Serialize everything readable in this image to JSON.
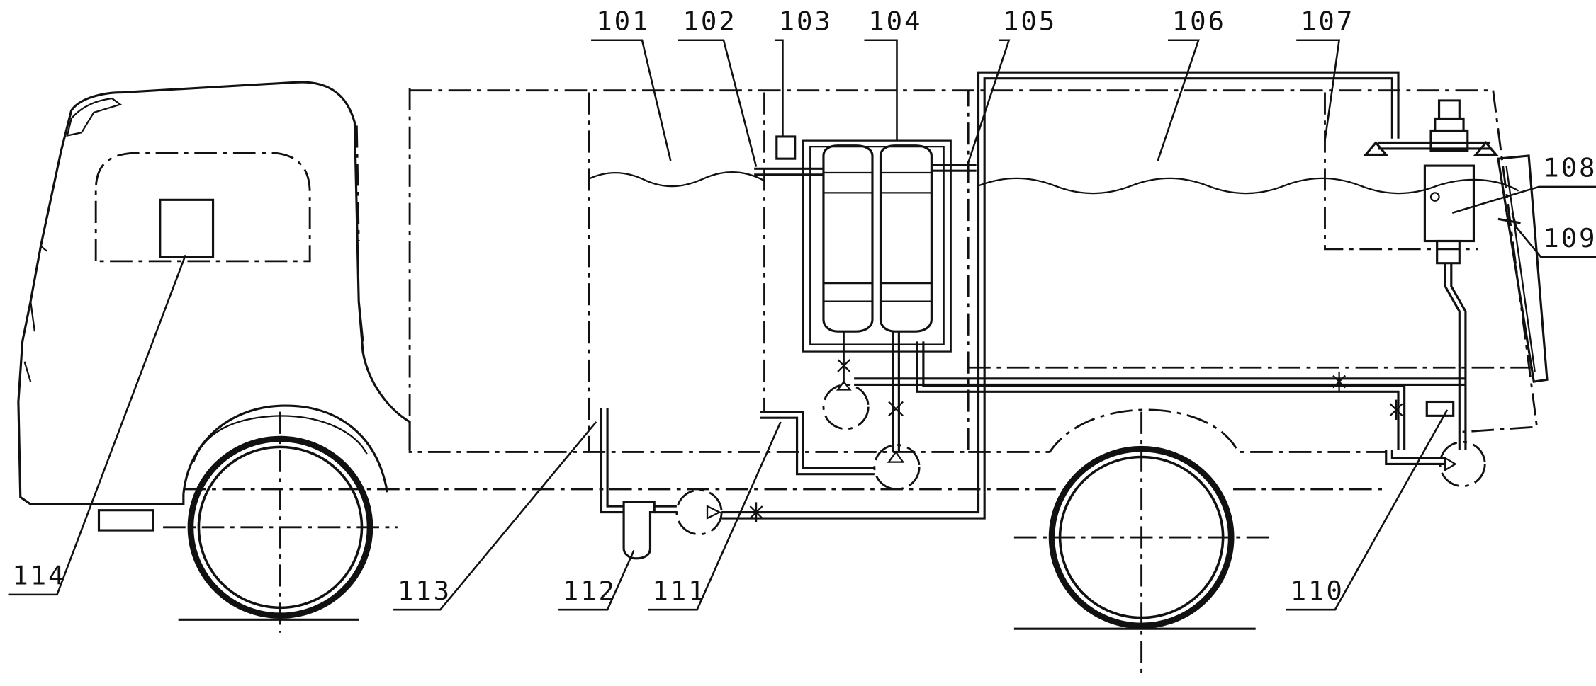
{
  "labels": {
    "l101": "101",
    "l102": "102",
    "l103": "103",
    "l104": "104",
    "l105": "105",
    "l106": "106",
    "l107": "107",
    "l108": "108",
    "l109": "109",
    "l110": "110",
    "l111": "111",
    "l112": "112",
    "l113": "113",
    "l114": "114"
  }
}
